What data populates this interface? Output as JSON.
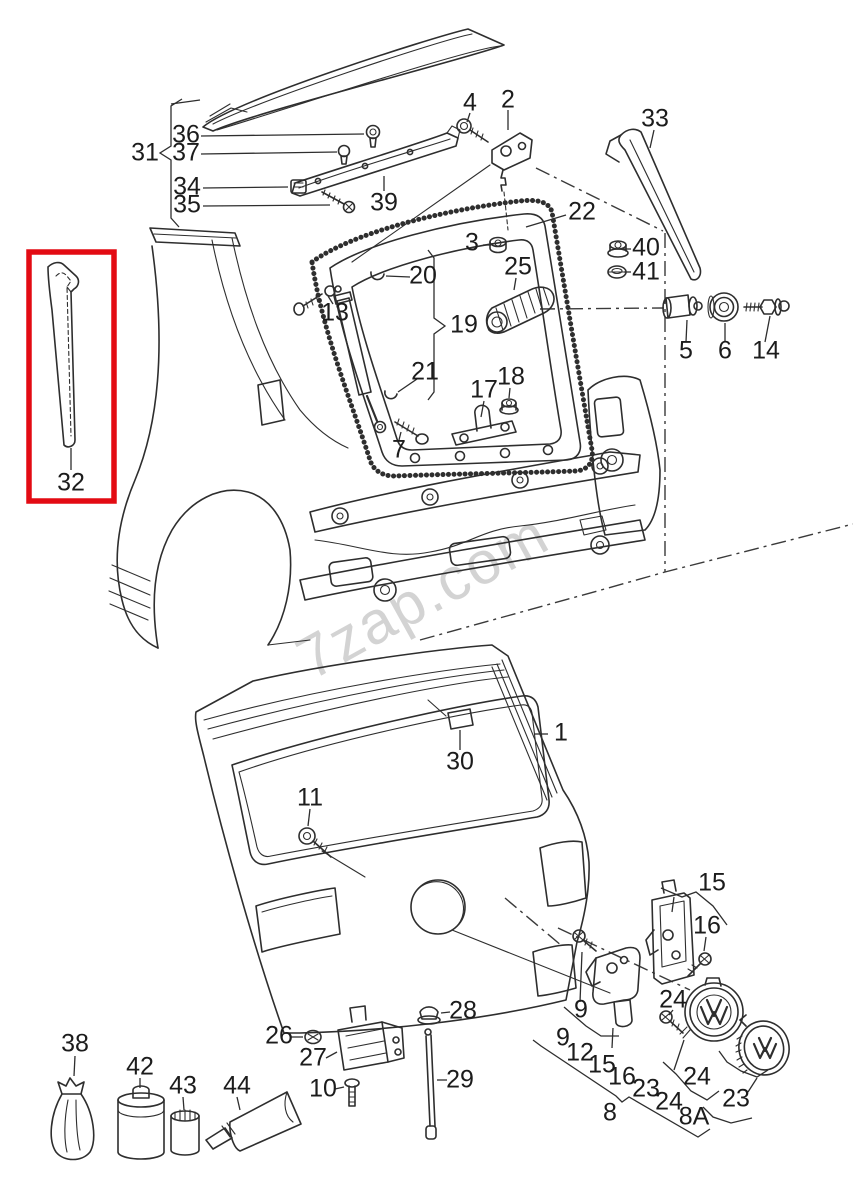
{
  "diagram": {
    "watermark": "7zap.com",
    "highlight_color": "#e30b13",
    "highlighted_part_label": "32"
  },
  "labels": [
    {
      "t": "31"
    },
    {
      "t": "36"
    },
    {
      "t": "37"
    },
    {
      "t": "34"
    },
    {
      "t": "35"
    },
    {
      "t": "39"
    },
    {
      "t": "4"
    },
    {
      "t": "2"
    },
    {
      "t": "33"
    },
    {
      "t": "22"
    },
    {
      "t": "3"
    },
    {
      "t": "40"
    },
    {
      "t": "41"
    },
    {
      "t": "20"
    },
    {
      "t": "13"
    },
    {
      "t": "19"
    },
    {
      "t": "25"
    },
    {
      "t": "21"
    },
    {
      "t": "17"
    },
    {
      "t": "18"
    },
    {
      "t": "7"
    },
    {
      "t": "5"
    },
    {
      "t": "6"
    },
    {
      "t": "14"
    },
    {
      "t": "32"
    },
    {
      "t": "1"
    },
    {
      "t": "30"
    },
    {
      "t": "11"
    },
    {
      "t": "26"
    },
    {
      "t": "27"
    },
    {
      "t": "10"
    },
    {
      "t": "38"
    },
    {
      "t": "42"
    },
    {
      "t": "43"
    },
    {
      "t": "44"
    },
    {
      "t": "28"
    },
    {
      "t": "29"
    },
    {
      "t": "15"
    },
    {
      "t": "16"
    },
    {
      "t": "9"
    },
    {
      "t": "24"
    },
    {
      "t": "9"
    },
    {
      "t": "12"
    },
    {
      "t": "15"
    },
    {
      "t": "16"
    },
    {
      "t": "23"
    },
    {
      "t": "24"
    },
    {
      "t": "8"
    },
    {
      "t": "24"
    },
    {
      "t": "8A"
    },
    {
      "t": "23"
    }
  ]
}
